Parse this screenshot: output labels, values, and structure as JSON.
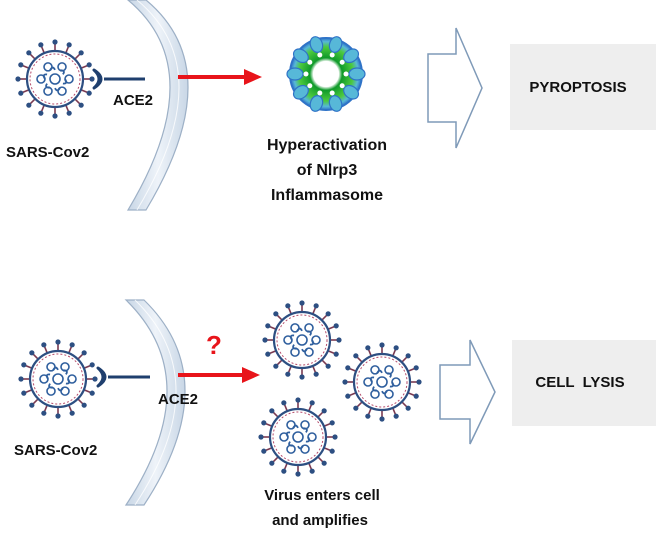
{
  "top_row": {
    "virus_label": "SARS-Cov2",
    "receptor_label": "ACE2",
    "result_lines": [
      "Hyperactivation",
      "of Nlrp3",
      "Inflammasome"
    ],
    "outcome": "PYROPTOSIS"
  },
  "bottom_row": {
    "virus_label": "SARS-Cov2",
    "receptor_label": "ACE2",
    "question_mark": "?",
    "result_lines": [
      "Virus enters cell",
      "and amplifies"
    ],
    "outcome": "CELL  LYSIS"
  },
  "colors": {
    "arrow": "#e8141a",
    "question_mark": "#e8141a",
    "membrane_fill": "#dde7f1",
    "membrane_stroke": "#9db0c6",
    "outcome_box": "#eeeeee",
    "block_arrow_stroke": "#7f9ab8",
    "virus_outline": "#2d4f82",
    "virus_spike": "#7a3b52",
    "virus_rna": "#2f5f9e",
    "receptor": "#1f3f6e",
    "inflammasome_ring": "#22b33a",
    "inflammasome_edge": "#2f73c7"
  },
  "icons": [
    "virus-icon",
    "ace2-receptor-icon",
    "membrane-icon",
    "arrow-icon",
    "inflammasome-icon",
    "block-arrow-icon"
  ]
}
